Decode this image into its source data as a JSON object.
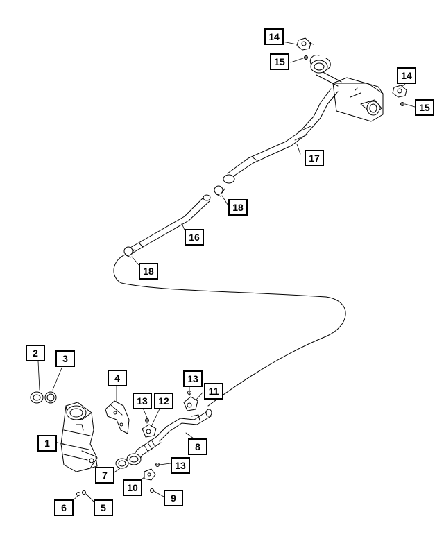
{
  "callouts": [
    {
      "label": "14"
    },
    {
      "label": "15"
    },
    {
      "label": "14"
    },
    {
      "label": "15"
    },
    {
      "label": "17"
    },
    {
      "label": "18"
    },
    {
      "label": "16"
    },
    {
      "label": "18"
    },
    {
      "label": "2"
    },
    {
      "label": "3"
    },
    {
      "label": "4"
    },
    {
      "label": "13"
    },
    {
      "label": "13"
    },
    {
      "label": "11"
    },
    {
      "label": "12"
    },
    {
      "label": "1"
    },
    {
      "label": "8"
    },
    {
      "label": "7"
    },
    {
      "label": "13"
    },
    {
      "label": "10"
    },
    {
      "label": "6"
    },
    {
      "label": "5"
    },
    {
      "label": "9"
    }
  ]
}
